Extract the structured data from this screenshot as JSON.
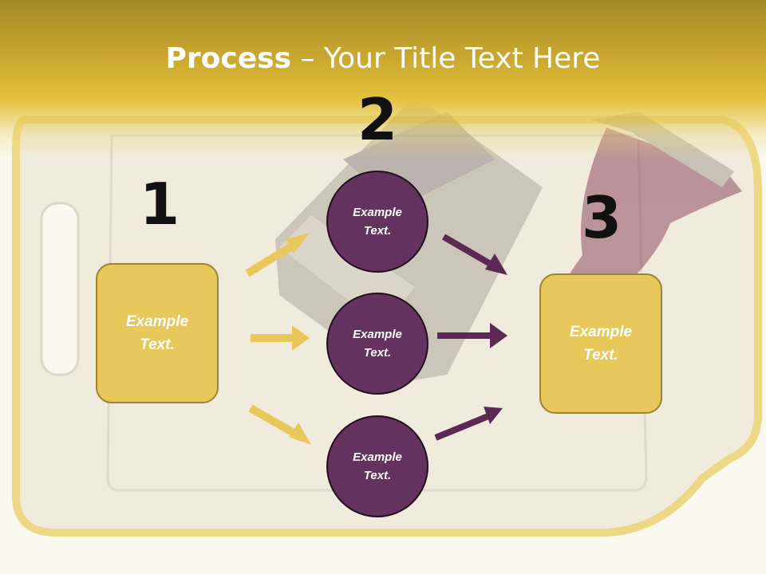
{
  "title": {
    "bold": "Process",
    "rest": " – Your Title Text Here"
  },
  "steps": {
    "s1": {
      "number": "1",
      "text": "Example Text."
    },
    "s2": {
      "number": "2",
      "circles": [
        {
          "text": "Example Text."
        },
        {
          "text": "Example Text."
        },
        {
          "text": "Example Text."
        }
      ]
    },
    "s3": {
      "number": "3",
      "text": "Example Text."
    }
  },
  "colors": {
    "accent_gold": "#e8c85a",
    "circle_purple": "#64325e",
    "arrow_gold": "#e8c85a",
    "arrow_purple": "#5a2a55"
  }
}
